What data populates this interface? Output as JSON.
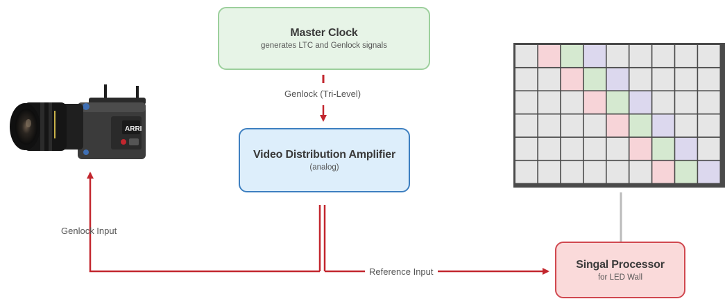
{
  "master_clock": {
    "title": "Master Clock",
    "subtitle": "generates LTC and Genlock signals"
  },
  "vda": {
    "title": "Video Distribution Amplifier",
    "subtitle": "(analog)"
  },
  "signal_processor": {
    "title": "Singal Processor",
    "subtitle": "for LED Wall"
  },
  "connections": {
    "genlock_tri_level": "Genlock (Tri-Level)",
    "genlock_input": "Genlock Input",
    "reference_input": "Reference Input"
  },
  "camera": {
    "logo": "ARRI"
  },
  "colors": {
    "arrow": "#c2262e",
    "master_clock_border": "#9ccf9c",
    "vda_border": "#3d7fc0",
    "processor_border": "#d0484f",
    "led_pink": "#f7d4d8",
    "led_green": "#d5e9d0",
    "led_purple": "#dcd8ee",
    "led_gray": "#e6e6e6"
  }
}
